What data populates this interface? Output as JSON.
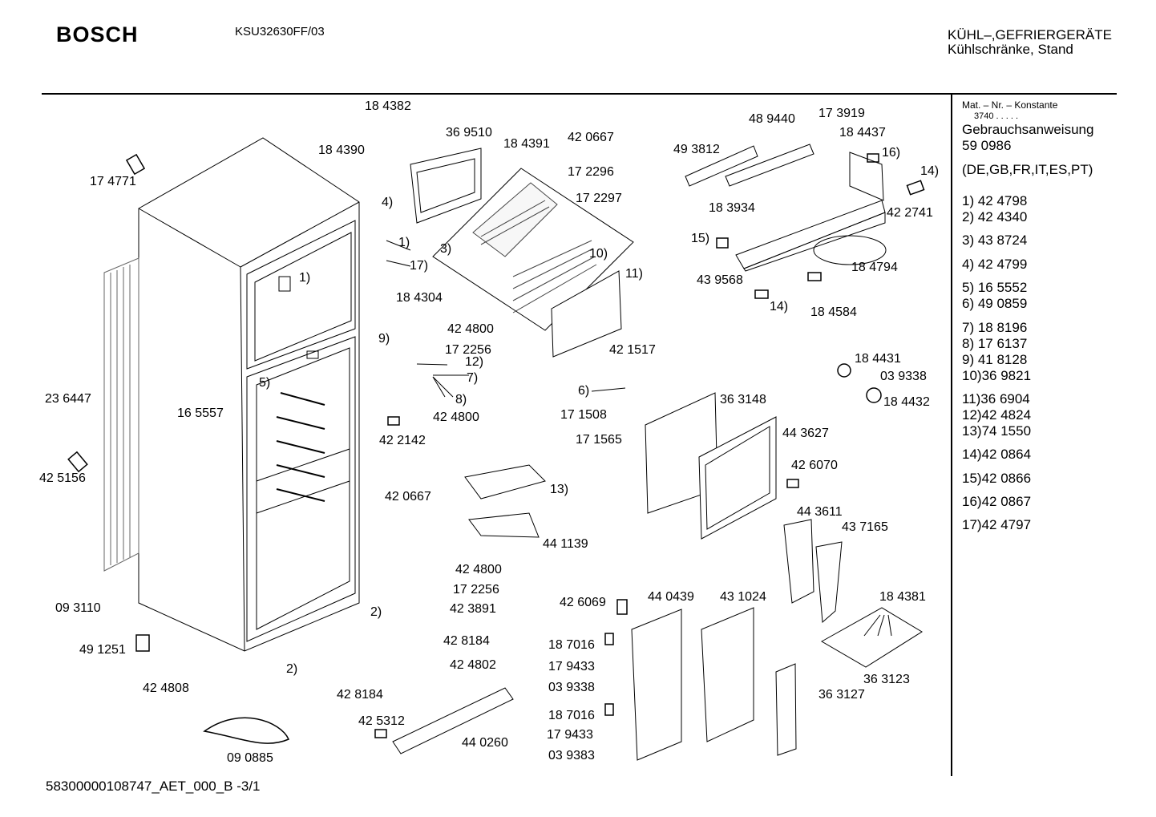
{
  "header": {
    "brand": "BOSCH",
    "model": "KSU32630FF/03",
    "category_line1": "KÜHL–,GEFRIERGERÄTE",
    "category_line2": "Kühlschränke, Stand"
  },
  "footer": {
    "doc_id": "58300000108747_AET_000_B -3/1"
  },
  "sidebar": {
    "mat_label": "Mat. – Nr. – Konstante",
    "mat_value": "3740   .   .   .   .   .",
    "manual_label": "Gebrauchsanweisung",
    "manual_number": "59 0986",
    "languages": "(DE,GB,FR,IT,ES,PT)",
    "items": [
      "1)  42 4798",
      "2)  42 4340",
      "3)  43 8724",
      "4)  42 4799",
      "5)  16 5552",
      "6)  49 0859",
      "7)  18 8196",
      "8)  17 6137",
      "9)  41 8128",
      "10)36 9821",
      "11)36 6904",
      "12)42 4824",
      "13)74 1550",
      "14)42 0864",
      "15)42 0866",
      "16)42 0867",
      "17)42 4797"
    ]
  },
  "labels": [
    "18 4382",
    "36 9510",
    "18 4390",
    "18 4391",
    "42 0667",
    "17 2296",
    "17 2297",
    "17 4771",
    "4)",
    "1)",
    "17)",
    "3)",
    "10)",
    "11)",
    "18 4304",
    "1)",
    "42 4800",
    "17 2256",
    "12)",
    "7)",
    "9)",
    "8)",
    "42 4800",
    "42 2142",
    "5)",
    "16 5557",
    "23 6447",
    "42 5156",
    "42 1517",
    "6)",
    "17 1508",
    "17 1565",
    "36 3148",
    "44 3627",
    "42 6070",
    "13)",
    "42 0667",
    "44 1139",
    "48 9440",
    "17 3919",
    "49 3812",
    "18 4437",
    "16)",
    "14)",
    "18 3934",
    "42 2741",
    "15)",
    "43 9568",
    "18 4794",
    "14)",
    "18 4584",
    "18 4431",
    "03 9338",
    "18 4432",
    "44 3611",
    "43 7165",
    "18 4381",
    "36 3123",
    "09 3110",
    "2)",
    "49 1251",
    "42 4808",
    "2)",
    "42 8184",
    "09 0885",
    "42 5312",
    "44 0260",
    "42 4800",
    "17 2256",
    "42 3891",
    "42 8184",
    "42 4802",
    "42 6069",
    "44 0439",
    "43 1024",
    "18 7016",
    "17 9433",
    "03 9338",
    "18 7016",
    "17 9433",
    "03 9383",
    "36 3127"
  ]
}
